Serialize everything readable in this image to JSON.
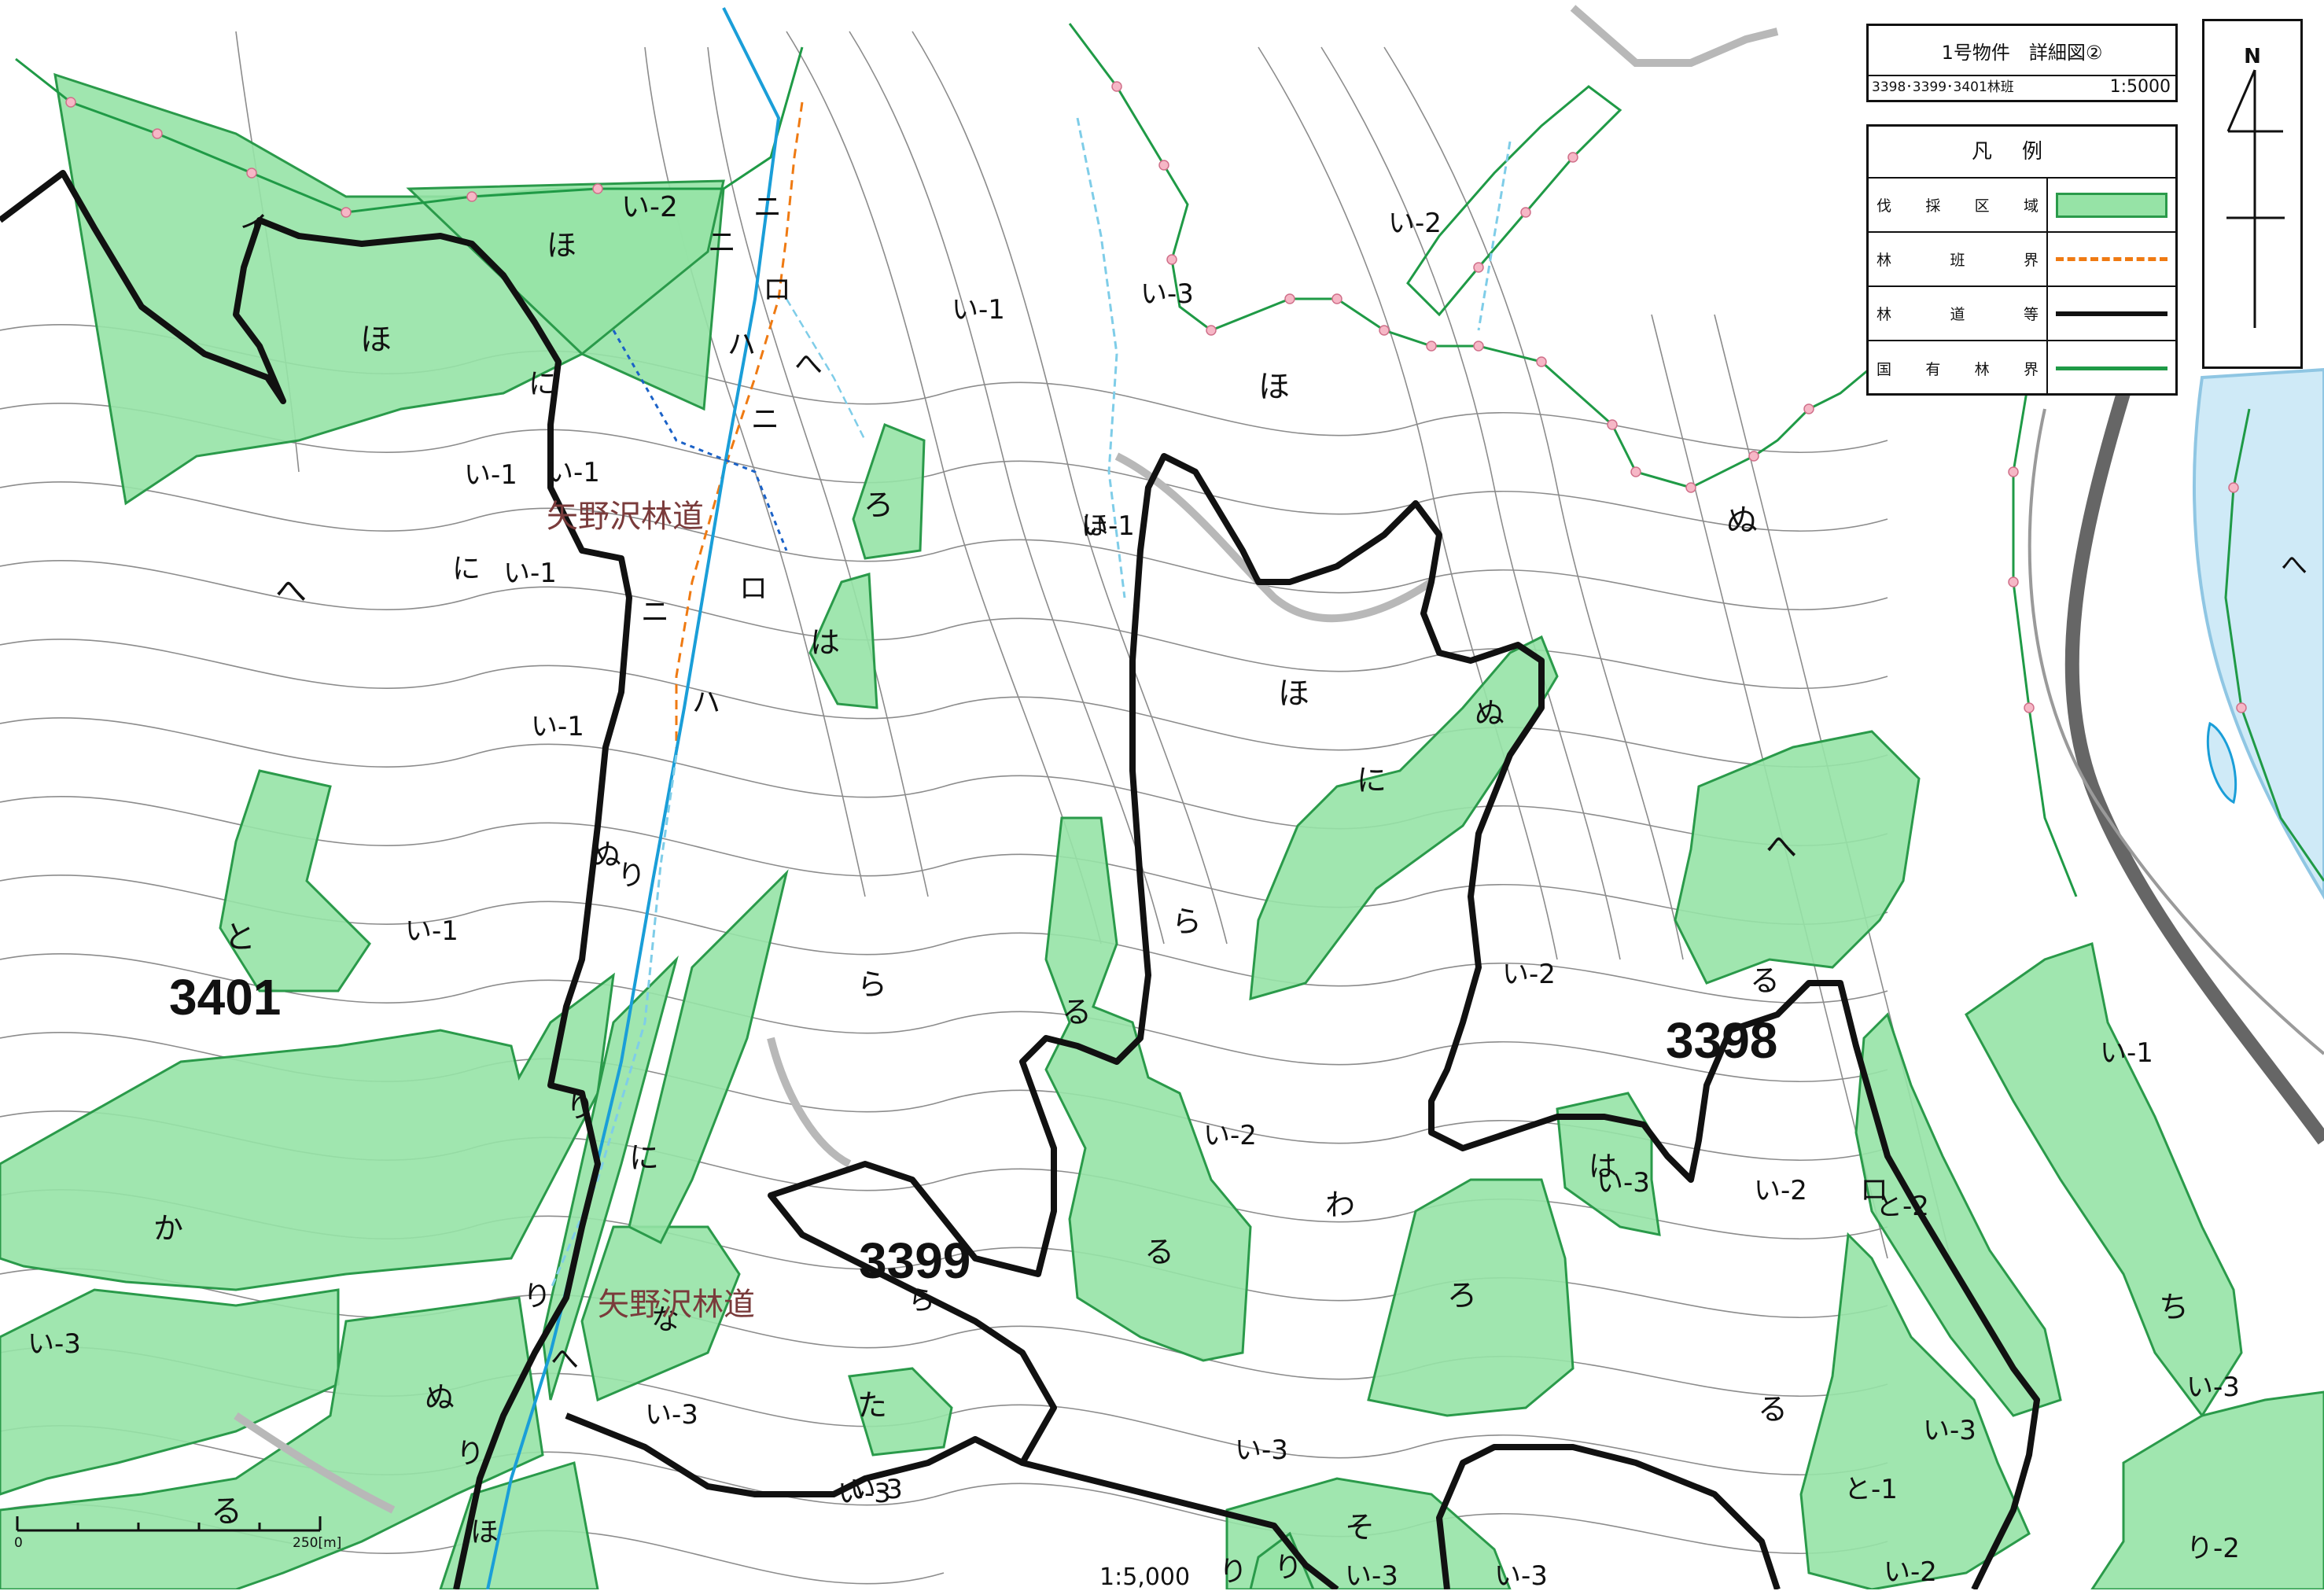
{
  "title": {
    "main": "1号物件　詳細図②",
    "sub": "3398･3399･3401林班",
    "scale": "1:5000"
  },
  "legend": {
    "title": "凡例",
    "items": [
      {
        "label": "伐採区域",
        "symbol": "green-fill"
      },
      {
        "label": "林班界",
        "symbol": "orange-dashed"
      },
      {
        "label": "林道等",
        "symbol": "black-line"
      },
      {
        "label": "国有林界",
        "symbol": "green-line"
      }
    ]
  },
  "north": "N",
  "scalebar": {
    "zero": "0",
    "end": "250[m]",
    "center": "1:5,000"
  },
  "compartments": [
    "3401",
    "3399",
    "3398"
  ],
  "road_labels": [
    "矢野沢林道",
    "矢野沢林道"
  ],
  "subcompartment_labels": [
    "ほ",
    "ほ",
    "い-2",
    "ニ",
    "ニ",
    "ロ",
    "ハ",
    "へ",
    "ニ",
    "い-1",
    "い-1",
    "に",
    "に",
    "い-1",
    "へ",
    "い-1",
    "ニ",
    "ロ",
    "ハ",
    "ろ",
    "は",
    "い-1",
    "い-3",
    "い-2",
    "ほ",
    "ほ",
    "ぬ",
    "ほ",
    "ぬ",
    "に",
    "へ",
    "い-1",
    "と",
    "い-1",
    "ぬ",
    "り",
    "ら",
    "る",
    "ら",
    "い-2",
    "る",
    "い-2",
    "る",
    "ろ",
    "わ",
    "は",
    "い-3",
    "い-2",
    "ロ",
    "と-2",
    "い-1",
    "ち",
    "い-3",
    "る",
    "い-3",
    "と-1",
    "り-2",
    "い-2",
    "り",
    "に",
    "か",
    "い-3",
    "り",
    "な",
    "へ",
    "ぬ",
    "り",
    "る",
    "ほ",
    "い-3",
    "た",
    "い-3",
    "い-3",
    "ら",
    "そ",
    "り",
    "り",
    "い-3",
    "い-3",
    "イ",
    "へ",
    "い-3"
  ],
  "colors": {
    "cut_fill": "#96e3a6",
    "cut_stroke": "#2a9a4a",
    "forest_road": "#111111",
    "compartment_border": "#ef7a12",
    "national_border": "#1f9a46",
    "stream": "#1a9ed8",
    "river": "#c8e8f6",
    "contour": "#7d7d7d"
  }
}
